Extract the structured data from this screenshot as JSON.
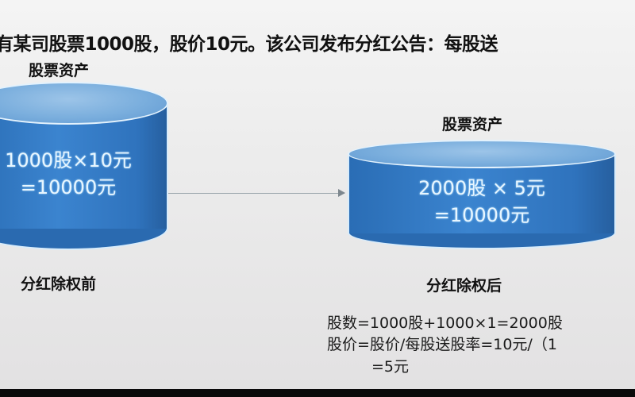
{
  "title": "有某司股票1000股，股价10元。该公司发布分红公告：每股送",
  "before": {
    "asset_label": "股票资产",
    "line1": "1000股×10元",
    "line2": "=10000元",
    "stage_label": "分红除权前"
  },
  "after": {
    "asset_label": "股票资产",
    "line1": "2000股 × 5元",
    "line2": "=10000元",
    "stage_label": "分红除权后"
  },
  "arrow": {
    "icon": "arrow-right-icon"
  },
  "formulas": {
    "shares": "股数=1000股+1000×1=2000股",
    "price": "股价=股价/每股送股率=10元/（1",
    "price_result": "=5元"
  },
  "colors": {
    "cylinder_body": "#2f73bd",
    "cylinder_top": "#7aaedd",
    "cylinder_text": "#e8f6ff",
    "background": "#ececec",
    "text": "#111111"
  }
}
